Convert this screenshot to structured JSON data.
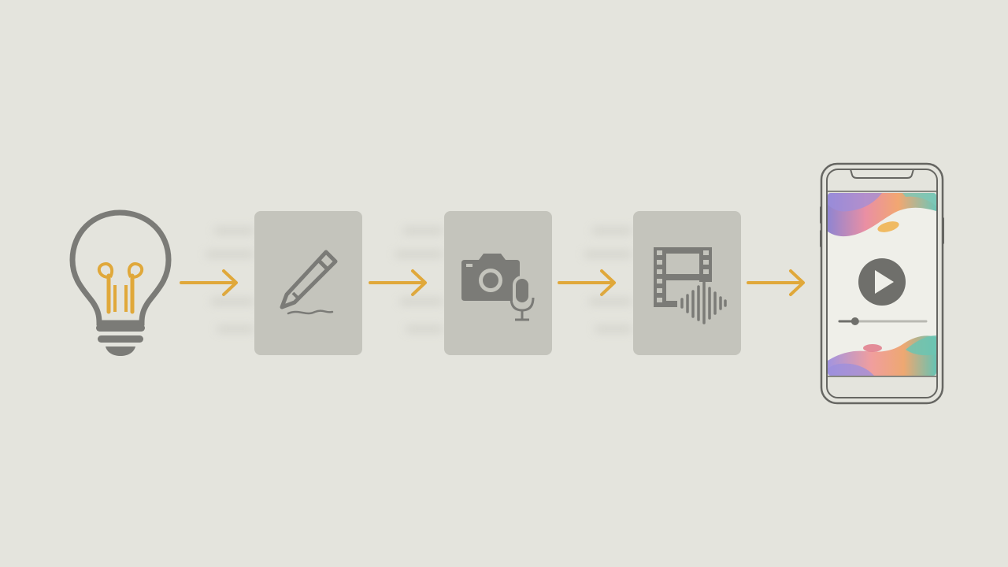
{
  "diagram": {
    "type": "process-flow",
    "steps": [
      {
        "id": "idea",
        "icon": "lightbulb-icon"
      },
      {
        "id": "write",
        "icon": "pencil-icon"
      },
      {
        "id": "record",
        "icon": "camera-microphone-icon"
      },
      {
        "id": "edit",
        "icon": "film-audio-icon"
      },
      {
        "id": "publish",
        "icon": "smartphone-video-icon"
      }
    ],
    "connectors": [
      {
        "from": "idea",
        "to": "write"
      },
      {
        "from": "write",
        "to": "record"
      },
      {
        "from": "record",
        "to": "edit"
      },
      {
        "from": "edit",
        "to": "publish"
      }
    ],
    "video_progress": 0.18
  },
  "colors": {
    "background": "#e4e4dd",
    "card": "#c4c4bc",
    "icon": "#7b7b77",
    "accent": "#e0a83a",
    "outline": "#666662"
  }
}
